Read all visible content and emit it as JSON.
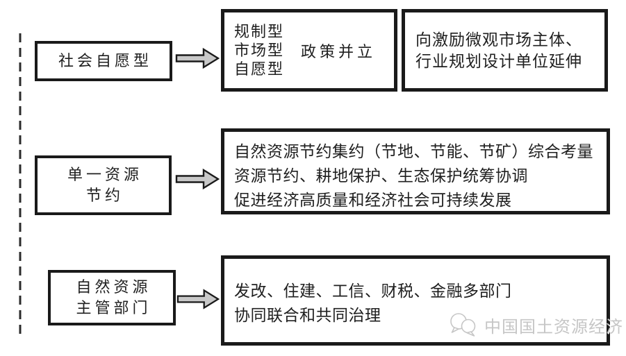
{
  "diagram": {
    "r1": {
      "source": "社会自愿型",
      "t1_lines": [
        "规制型",
        "市场型",
        "自愿型"
      ],
      "t1_annotation": "政策并立",
      "t2": "向激励微观市场主体、行业规划设计单位延伸"
    },
    "r2": {
      "source_lines": [
        "单一资源",
        "节约"
      ],
      "target_lines": [
        "自然资源节约集约（节地、节能、节矿）综合考量",
        "资源节约、耕地保护、生态保护统筹协调",
        "促进经济高质量和经济社会可持续发展"
      ]
    },
    "r3": {
      "source_lines": [
        "自然资源",
        "主管部门"
      ],
      "target_lines": [
        "发改、住建、工信、财税、金融多部门",
        "协同联合和共同治理"
      ]
    },
    "watermark": {
      "text": "中国国土资源经济",
      "logo": "chat-bubbles-icon"
    },
    "colors": {
      "background": "#ffffff",
      "box_border": "#1a1a1a",
      "arrow_fill": "#c8c8c8",
      "arrow_stroke": "#1a1a1a",
      "dashed_line": "#2b2b2b",
      "watermark": "#c6c6c6"
    }
  }
}
